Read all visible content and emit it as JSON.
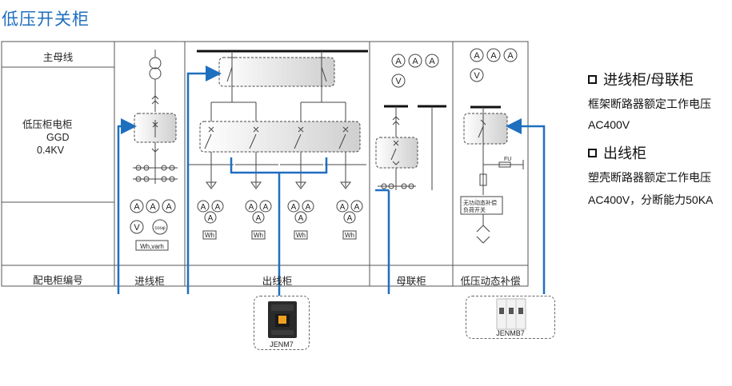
{
  "title": "低压开关柜",
  "rows": {
    "main_bus": "主母线",
    "cabinet_lines": [
      "低压柜电柜",
      "GGD",
      "0.4KV"
    ],
    "cabinet_number": "配电柜编号"
  },
  "columns": {
    "incoming": "进线柜",
    "outgoing": "出线柜",
    "bus_tie": "母联柜",
    "compensation": "低压动态补偿"
  },
  "meter_labels": {
    "ammeter": "A",
    "voltmeter": "V",
    "watthour": "Wh",
    "wh_varh": "Wh,varh",
    "power_factor": "cosφ"
  },
  "comp_labels": {
    "line1": "无功动态补偿",
    "line2": "负荷开关",
    "fuse": "FU"
  },
  "products": {
    "jenm7": "JENM7",
    "jenmb7": "JENMB7"
  },
  "legend": {
    "heading1": "进线柜/母联柜",
    "desc1": "框架断路器额定工作电压",
    "desc1b": "AC400V",
    "heading2": "出线柜",
    "desc2": "塑壳断路器额定工作电压",
    "desc2b": "AC400V，分断能力50KA"
  },
  "colors": {
    "accent": "#1f6fbf",
    "grid": "#555555"
  }
}
